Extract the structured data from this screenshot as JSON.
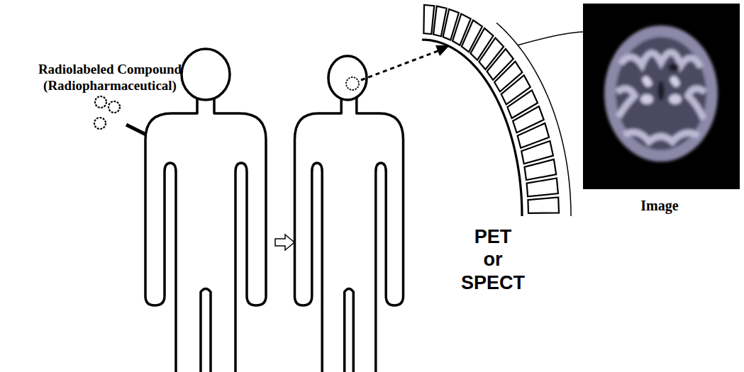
{
  "diagram": {
    "labels": [
      "Radiolabeled Compound (Radiopharmaceutical)",
      "PET",
      "or",
      "SPECT",
      "Image"
    ]
  }
}
